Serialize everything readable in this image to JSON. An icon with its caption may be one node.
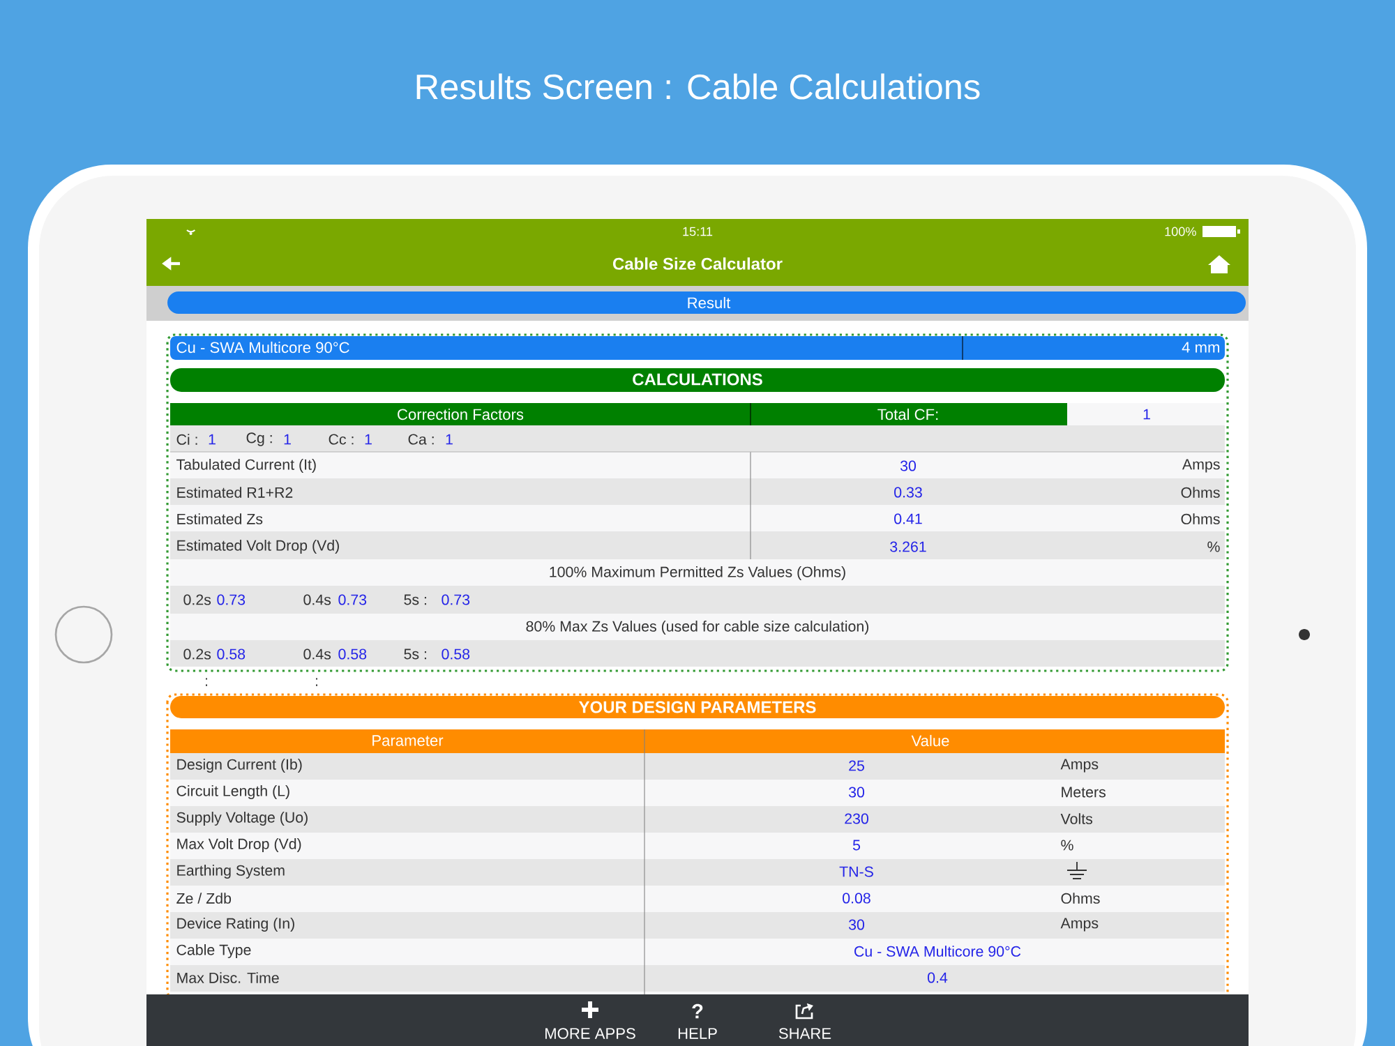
{
  "diagram": {
    "title": "Results Screen : Cable Calculations",
    "labels": [
      "15:11",
      "100%",
      "Cable Size Calculator",
      "Result",
      "Cu - SWA Multicore 90°C",
      "4 mm",
      "CALCULATIONS",
      "Correction Factors",
      "Total CF:",
      "1",
      "Ci :",
      "1",
      "Cg :",
      "1",
      "Cc :",
      "1",
      "Ca :",
      "1",
      "Tabulated Current (It)",
      "30",
      "Amps",
      "Estimated R1+R2",
      "0.33",
      "Ohms",
      "Estimated Zs",
      "0.41",
      "Ohms",
      "Estimated Volt Drop (Vd)",
      "3.261",
      "%",
      "100% Maximum Permitted Zs Values (Ohms)",
      "0.2s",
      "0.73",
      "0.4s",
      "0.73",
      "5s :",
      "0.73",
      "80% Max Zs Values (used for cable size calculation)",
      "0.2s",
      "0.58",
      "0.4s",
      "0.58",
      "5s :",
      "0.58",
      ":",
      ":",
      "YOUR DESIGN PARAMETERS",
      "Parameter",
      "Value",
      "Design Current (Ib)",
      "25",
      "Amps",
      "Circuit Length (L)",
      "30",
      "Meters",
      "Supply Voltage (Uo)",
      "230",
      "Volts",
      "Max Volt Drop (Vd)",
      "5",
      "%",
      "Earthing System",
      "TN-S",
      "Ze / Zdb",
      "0.08",
      "Ohms",
      "Device Rating (In)",
      "30",
      "Amps",
      "Cable Type",
      "Cu - SWA Multicore 90°C",
      "Max Disc. Time",
      "0.4",
      "?",
      "MORE APPS",
      "HELP",
      "SHARE"
    ]
  }
}
